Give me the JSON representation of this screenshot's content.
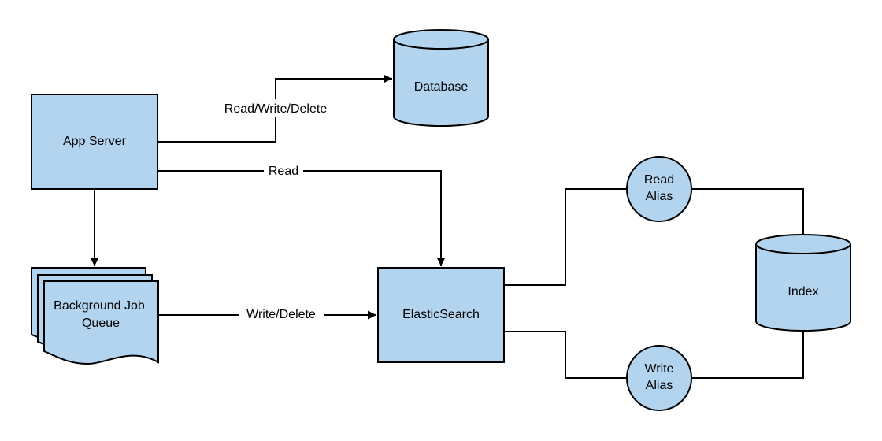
{
  "colors": {
    "fill": "#b3d4ef",
    "stroke": "#000000",
    "background": "#ffffff"
  },
  "nodes": {
    "app_server": {
      "label": "App Server"
    },
    "database": {
      "label": "Database"
    },
    "job_queue": {
      "label_lines": [
        "Background Job",
        "Queue"
      ]
    },
    "elasticsearch": {
      "label": "ElasticSearch"
    },
    "read_alias": {
      "label_lines": [
        "Read",
        "Alias"
      ]
    },
    "write_alias": {
      "label_lines": [
        "Write",
        "Alias"
      ]
    },
    "index": {
      "label": "Index"
    }
  },
  "edges": {
    "rwd": {
      "label": "Read/Write/Delete"
    },
    "read": {
      "label": "Read"
    },
    "write_delete": {
      "label": "Write/Delete"
    }
  }
}
